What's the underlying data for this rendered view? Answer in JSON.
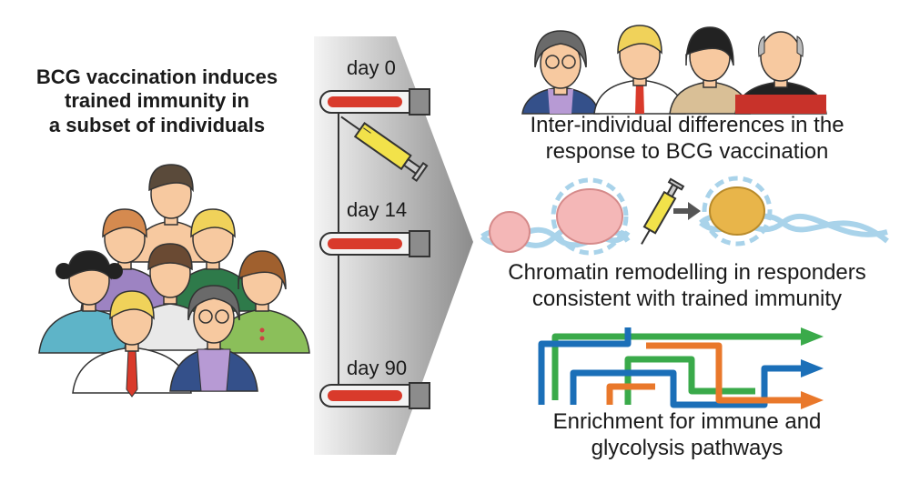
{
  "headline": {
    "line1": "BCG vaccination induces",
    "line2": "trained immunity in",
    "line3": "a subset of individuals"
  },
  "timeline": {
    "day0": "day 0",
    "day14": "day 14",
    "day90": "day 90"
  },
  "findings": {
    "f1_line1": "Inter-individual differences in the",
    "f1_line2": "response to BCG vaccination",
    "f2_line1": "Chromatin remodelling in responders",
    "f2_line2": "consistent with trained immunity",
    "f3_line1": "Enrichment for immune and",
    "f3_line2": "glycolysis pathways"
  },
  "colors": {
    "skin": "#f7c9a0",
    "tube_blood": "#d93a2b",
    "syringe_fluid": "#f2e24a",
    "pathway_green": "#3aaa4a",
    "pathway_blue": "#1b6fb8",
    "pathway_orange": "#e9782b",
    "dna_blue": "#a9d3ea",
    "cell_pink": "#f4b7b7",
    "cell_gold": "#e8b54a"
  }
}
